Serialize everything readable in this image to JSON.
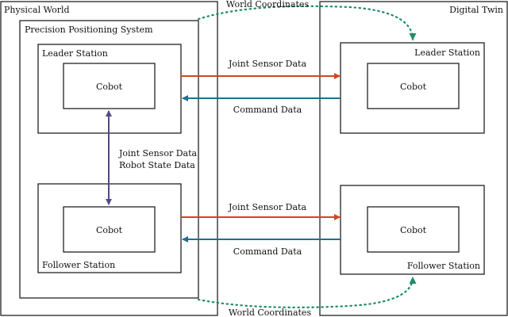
{
  "physical": {
    "title": "Physical World",
    "system_title": "Precision Positioning System",
    "leader_station": "Leader Station",
    "follower_station": "Follower Station",
    "leader_cobot": "Cobot",
    "follower_cobot": "Cobot",
    "link_label_1": "Joint Sensor Data",
    "link_label_2": "Robot State Data"
  },
  "digital": {
    "title": "Digital Twin",
    "leader_station": "Leader Station",
    "follower_station": "Follower Station",
    "leader_cobot": "Cobot",
    "follower_cobot": "Cobot"
  },
  "flows": {
    "top_sensor": "Joint Sensor Data",
    "top_command": "Command Data",
    "bottom_sensor": "Joint Sensor Data",
    "bottom_command": "Command Data",
    "world_top": "World Coordinates",
    "world_bottom": "World Coordinates"
  },
  "colors": {
    "sensor": "#d2461c",
    "command": "#1f6f94",
    "link": "#544a86",
    "world": "#1e8c6a"
  }
}
